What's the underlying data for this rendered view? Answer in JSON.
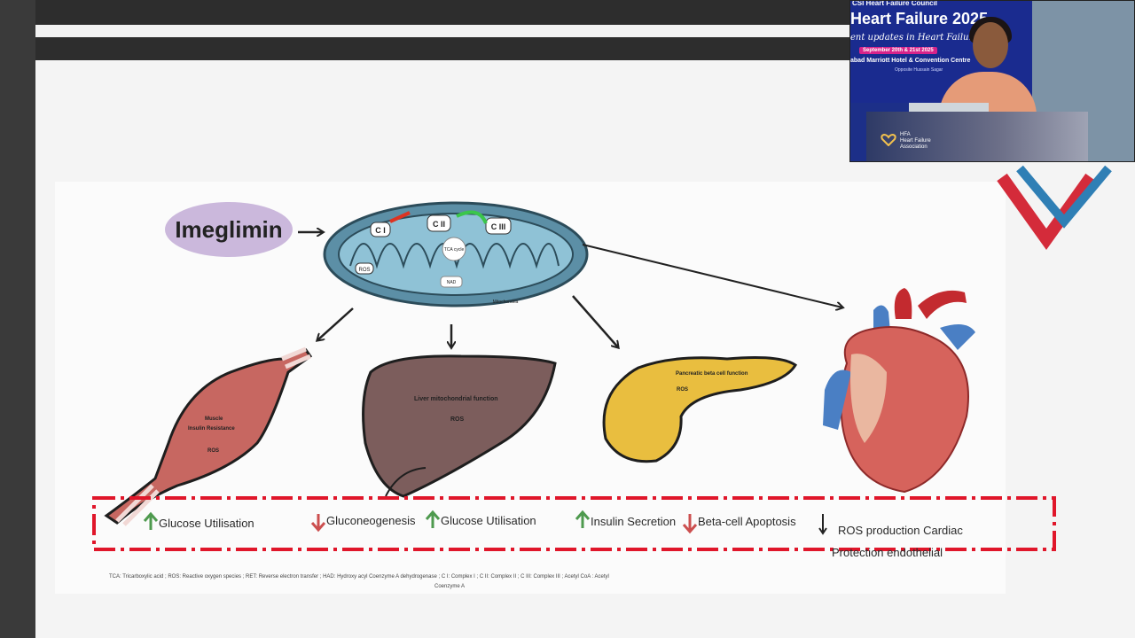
{
  "diagram": {
    "drug": "Imeglimin",
    "mito": {
      "complex1": "C I",
      "complex2": "C II",
      "complex3": "C III",
      "ros": "ROS",
      "tca": "TCA cycle",
      "nad": "NAD",
      "label": "Mitochondria"
    },
    "muscle": {
      "line1": "Muscle",
      "line2": "Insulin Resistance",
      "line3": "ROS"
    },
    "liver": {
      "line1": "Liver mitochondrial function",
      "line2": "ROS"
    },
    "pancreas": {
      "line1": "Pancreatic beta cell function",
      "line2": "ROS"
    },
    "effects": {
      "muscle_glucose": "Glucose Utilisation",
      "liver_gluconeogenesis": "Gluconeogenesis",
      "liver_glucose": "Glucose Utilisation",
      "pancreas_insulin": "Insulin Secretion",
      "pancreas_apoptosis": "Beta-cell Apoptosis",
      "heart_line1": "ROS production Cardiac",
      "heart_line2": "Protection endothelial"
    },
    "footnote1": "TCA: Tricarboxylic acid ; ROS: Reactive oxygen species ; RET: Reverse electron transfer ; HAD: Hydroxy acyl Coenzyme A dehydrogenase ; C I: Complex I ; C II: Complex II ; C III: Complex III ; Acetyl CoA : Acetyl",
    "footnote2": "Coenzyme A",
    "colors": {
      "up_arrow": "#4e9a4e",
      "down_arrow": "#cc4f4f",
      "frame": "#e0162a",
      "imeglimin_bubble": "#cbb8dc",
      "mitochondria": "#5c8fa6",
      "muscle": "#c76761",
      "liver": "#7c5d5c",
      "pancreas": "#e9be3f",
      "heart": "#c9494a"
    }
  },
  "pip": {
    "council": "CSI Heart Failure Council",
    "title": "Heart Failure 2025",
    "subtitle": "ent updates in Heart Failure",
    "dates": "September 20th & 21st 2025",
    "venue": "abad Marriott Hotel & Convention Centre",
    "venue2": "Opposite Hussain Sagar",
    "hfa": "HFA\nHeart Failure\nAssociation"
  }
}
